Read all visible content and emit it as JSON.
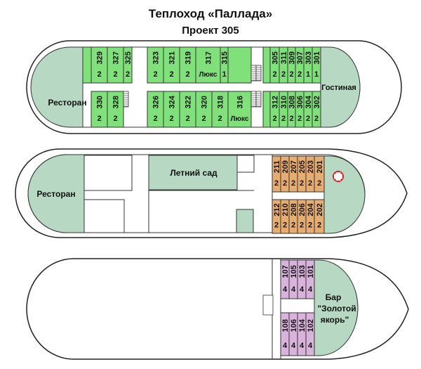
{
  "header": {
    "title": "Теплоход «Паллада»",
    "subtitle": "Проект 305"
  },
  "colors": {
    "deck1_cabin": "#80e07a",
    "deck2_cabin": "#e6ac70",
    "deck3_cabin": "#d9b3dc",
    "public_area": "#b7d8c2",
    "medical": "#e8131c"
  },
  "deck1": {
    "restaurant": "Ресторан",
    "lounge": "Гостиная",
    "cabins_top": [
      {
        "number": "329",
        "capacity": "2"
      },
      {
        "number": "327",
        "capacity": "2"
      },
      {
        "number": "325",
        "capacity": "2"
      },
      {
        "number": "323",
        "capacity": "2"
      },
      {
        "number": "321",
        "capacity": "2"
      },
      {
        "number": "319",
        "capacity": "2"
      },
      {
        "number": "317",
        "capacity": "Люкс"
      },
      {
        "number": "315",
        "capacity": "1"
      },
      {
        "number": "305",
        "capacity": "2"
      },
      {
        "number": "311",
        "capacity": "2"
      },
      {
        "number": "309",
        "capacity": "2"
      },
      {
        "number": "307",
        "capacity": "2"
      },
      {
        "number": "303",
        "capacity": "1"
      },
      {
        "number": "301",
        "capacity": "1"
      }
    ],
    "cabins_bottom": [
      {
        "number": "330",
        "capacity": "2"
      },
      {
        "number": "328",
        "capacity": "2"
      },
      {
        "number": "326",
        "capacity": "2"
      },
      {
        "number": "324",
        "capacity": "2"
      },
      {
        "number": "322",
        "capacity": "2"
      },
      {
        "number": "320",
        "capacity": "2"
      },
      {
        "number": "318",
        "capacity": "2"
      },
      {
        "number": "316",
        "capacity": "Люкс"
      },
      {
        "number": "312",
        "capacity": "2"
      },
      {
        "number": "310",
        "capacity": "2"
      },
      {
        "number": "308",
        "capacity": "2"
      },
      {
        "number": "306",
        "capacity": "2"
      },
      {
        "number": "304",
        "capacity": "2"
      },
      {
        "number": "302",
        "capacity": "2"
      }
    ]
  },
  "deck2": {
    "restaurant": "Ресторан",
    "garden": "Летний сад",
    "cabins_top": [
      {
        "number": "211",
        "capacity": "2"
      },
      {
        "number": "209",
        "capacity": "2"
      },
      {
        "number": "207",
        "capacity": "2"
      },
      {
        "number": "205",
        "capacity": "2"
      },
      {
        "number": "203",
        "capacity": "2"
      },
      {
        "number": "201",
        "capacity": "2"
      }
    ],
    "cabins_bottom": [
      {
        "number": "212",
        "capacity": "2"
      },
      {
        "number": "210",
        "capacity": "2"
      },
      {
        "number": "208",
        "capacity": "2"
      },
      {
        "number": "206",
        "capacity": "2"
      },
      {
        "number": "204",
        "capacity": "2"
      },
      {
        "number": "202",
        "capacity": "2"
      }
    ]
  },
  "deck3": {
    "bar_line1": "Бар",
    "bar_line2": "\"Золотой",
    "bar_line3": "якорь\"",
    "cabins_top": [
      {
        "number": "107",
        "capacity": "4"
      },
      {
        "number": "105",
        "capacity": "4"
      },
      {
        "number": "103",
        "capacity": "4"
      },
      {
        "number": "101",
        "capacity": "4"
      }
    ],
    "cabins_bottom": [
      {
        "number": "108",
        "capacity": "4"
      },
      {
        "number": "106",
        "capacity": "4"
      },
      {
        "number": "104",
        "capacity": "4"
      },
      {
        "number": "102",
        "capacity": "4"
      }
    ]
  }
}
